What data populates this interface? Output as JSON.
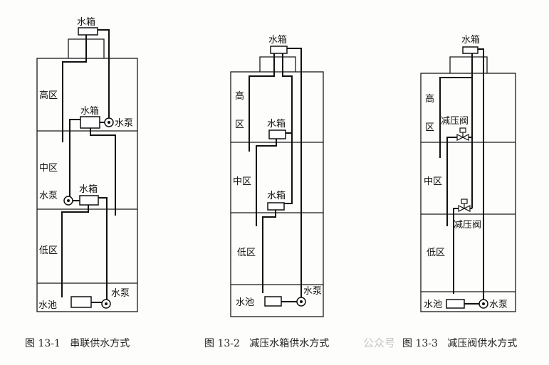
{
  "figures": [
    {
      "caption": "图 13-1   串联供水方式",
      "labels": {
        "tank_top": "水箱",
        "tank_mid": "水箱",
        "tank_low": "水箱",
        "pump_mid": "水泵",
        "pump_low": "水泵",
        "pump_bottom": "水泵",
        "zone_high": "高区",
        "zone_mid": "中区",
        "zone_low": "低区",
        "pool": "水池"
      }
    },
    {
      "caption": "图 13-2   减压水箱供水方式",
      "labels": {
        "tank_top": "水箱",
        "tank_mid": "水箱",
        "tank_low": "水箱",
        "zone_high_1": "高",
        "zone_high_2": "区",
        "zone_mid": "中区",
        "zone_low": "低区",
        "pool": "水池",
        "pump": "水泵"
      }
    },
    {
      "caption": "图 13-3   减压阀供水方式",
      "labels": {
        "tank_top": "水箱",
        "valve_1": "减压阀",
        "valve_2": "减压阀",
        "zone_high_1": "高",
        "zone_high_2": "区",
        "zone_mid": "中区",
        "zone_low": "低区",
        "pool": "水池",
        "pump": "水泵"
      }
    }
  ],
  "watermark": "公众号"
}
